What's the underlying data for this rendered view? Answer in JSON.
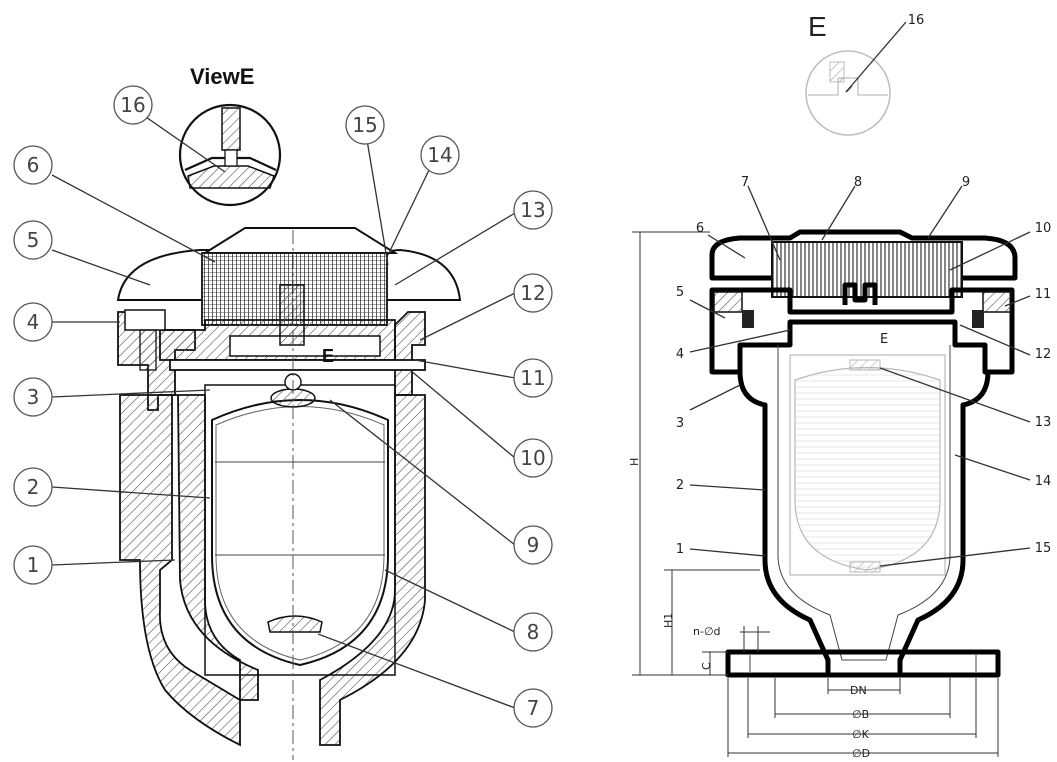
{
  "left_view": {
    "title": "ViewE",
    "section_label": "E",
    "callouts": [
      "1",
      "2",
      "3",
      "4",
      "5",
      "6",
      "7",
      "8",
      "9",
      "10",
      "11",
      "12",
      "13",
      "14",
      "15",
      "16"
    ]
  },
  "right_view": {
    "detail_label": "E",
    "section_label": "E",
    "callouts": [
      "1",
      "2",
      "3",
      "4",
      "5",
      "6",
      "7",
      "8",
      "9",
      "10",
      "11",
      "12",
      "13",
      "14",
      "15",
      "16"
    ],
    "dimensions": {
      "H": "H",
      "H1": "H1",
      "C": "C",
      "nd": "n-∅d",
      "DN": "DN",
      "B": "∅B",
      "K": "∅K",
      "D": "∅D"
    }
  }
}
